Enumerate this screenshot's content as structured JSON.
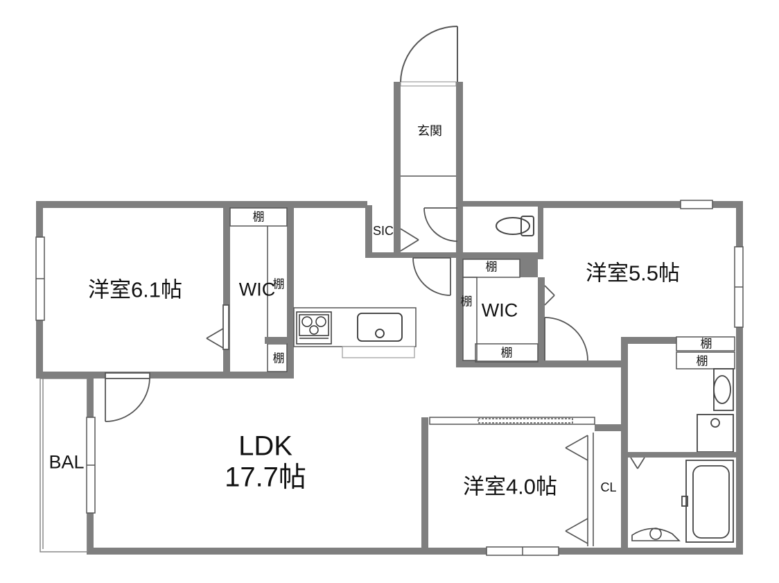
{
  "rooms": {
    "genkan": "玄関",
    "sic": "SIC",
    "western_6_1": "洋室6.1帖",
    "wic_left": "WIC",
    "wic_center": "WIC",
    "western_5_5": "洋室5.5帖",
    "ldk_name": "LDK",
    "ldk_size": "17.7帖",
    "western_4_0": "洋室4.0帖",
    "cl": "CL",
    "bal": "BAL"
  },
  "shelf_label": "棚",
  "shelves_label": "棚",
  "colors": {
    "wall": "#7f7f7f",
    "line": "#555555",
    "background": "#ffffff"
  }
}
